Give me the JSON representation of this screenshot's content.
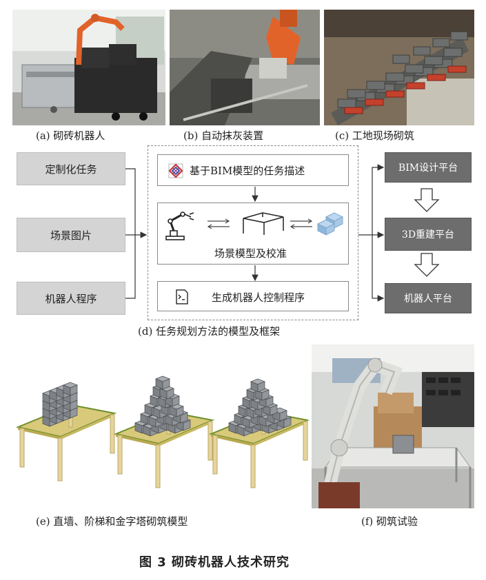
{
  "captions": {
    "a": "(a)  砌砖机器人",
    "b": "(b)  自动抹灰装置",
    "c": "(c)  工地现场砌筑",
    "d": "(d)  任务规划方法的模型及框架",
    "e": "(e)  直墙、阶梯和金字塔砌筑模型",
    "f": "(f)  砌筑试验"
  },
  "diagram": {
    "inputs": [
      "定制化任务",
      "场景图片",
      "机器人程序"
    ],
    "steps": {
      "task_description": "基于BIM模型的任务描述",
      "scene_model": "场景模型及校准",
      "generate_program": "生成机器人控制程序"
    },
    "platforms": [
      "BIM设计平台",
      "3D重建平台",
      "机器人平台"
    ]
  },
  "figure_title": "图 3    砌砖机器人技术研究",
  "colors": {
    "left_box": "#d4d4d4",
    "right_box": "#6d6d6d",
    "robot_orange": "#e2632a",
    "brick_red": "#c4412c",
    "table_top": "#d9c97a",
    "block_gray": "#8b8f93"
  }
}
